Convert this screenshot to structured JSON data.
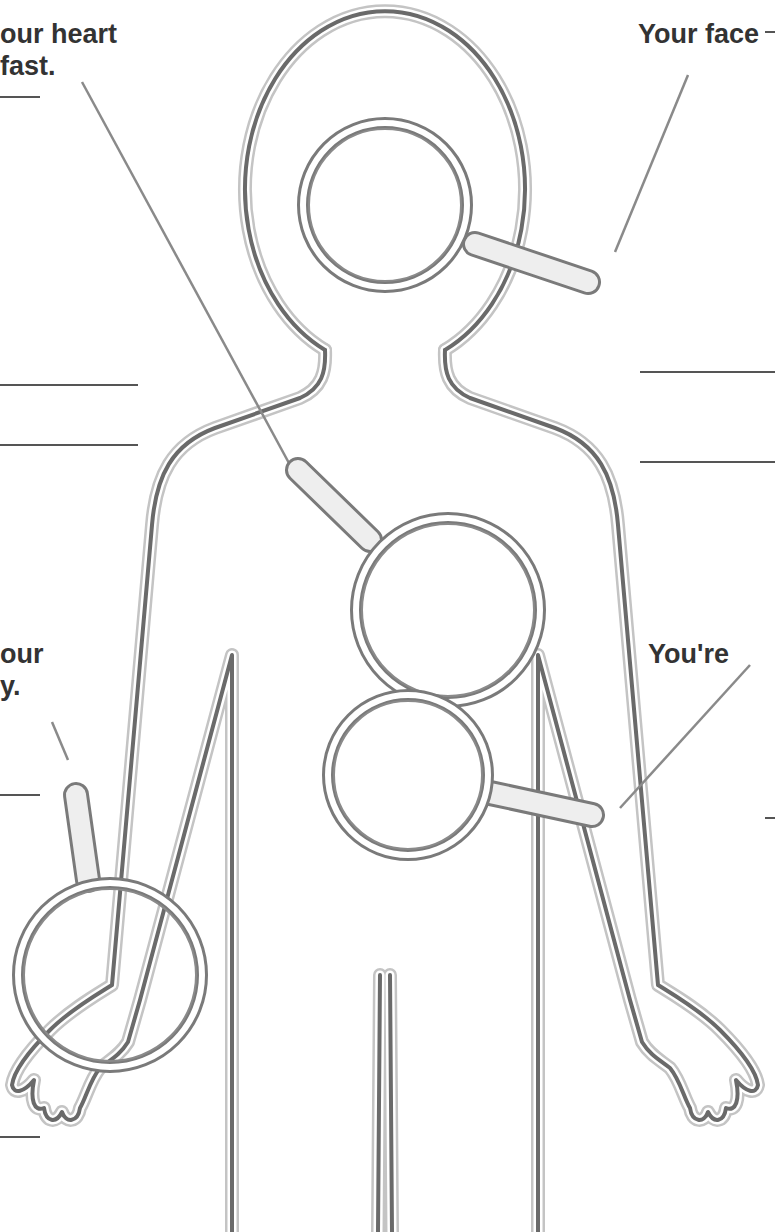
{
  "diagram": {
    "labels": [
      "our heart fast.",
      "Your face",
      "our y.",
      "You're"
    ]
  }
}
